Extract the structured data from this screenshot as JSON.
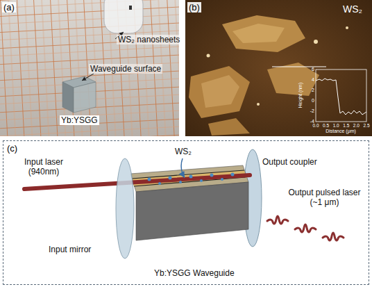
{
  "diagram": {
    "nodes": [
      {
        "text": [
          "(a)"
        ]
      },
      {
        "text": [
          "(b)"
        ]
      },
      {
        "text": [
          "(c)"
        ]
      }
    ],
    "labels": [
      "WS₂ nanosheets",
      "Waveguide surface",
      "Yb:YSGG",
      "WS₂",
      "6",
      "4",
      "2",
      "0",
      "-2",
      "-4",
      "Height (nm)",
      "0.0",
      "0.5",
      "1.0",
      "1.5",
      "2.0",
      "2.5",
      "Distance (μm)",
      "Input laser (940nm)",
      "WS₂",
      "Output coupler",
      "Output pulsed laser (~1 μm)",
      "Input mirror",
      "Yb:YSGG Waveguide"
    ]
  }
}
